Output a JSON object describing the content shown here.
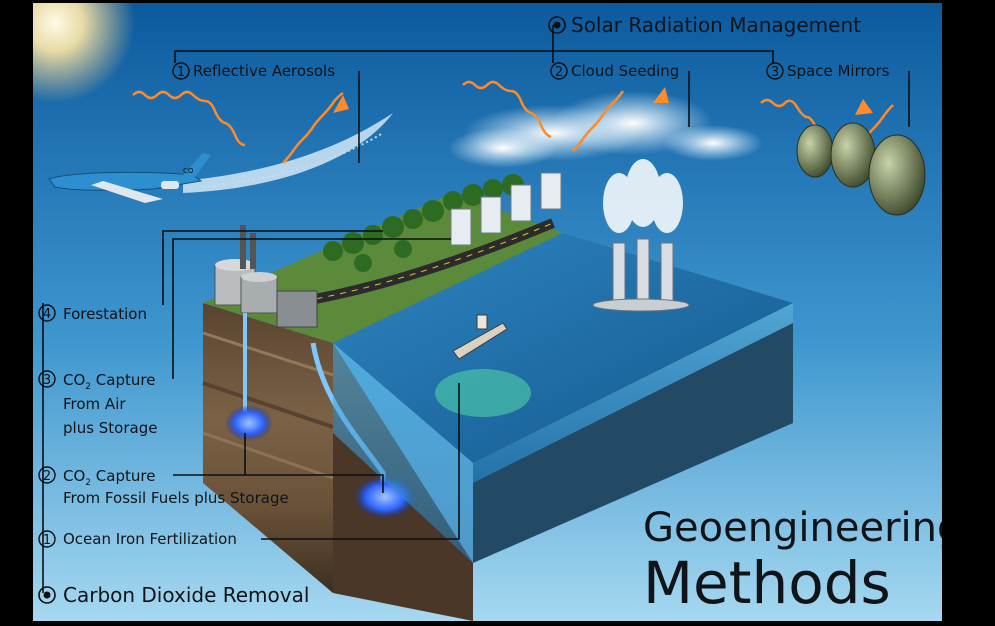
{
  "srm": {
    "header": "Solar Radiation Management",
    "methods": [
      {
        "num": "1",
        "label": "Reflective Aerosols"
      },
      {
        "num": "2",
        "label": "Cloud Seeding"
      },
      {
        "num": "3",
        "label": "Space Mirrors"
      }
    ]
  },
  "cdr": {
    "header": "Carbon Dioxide Removal",
    "methods": [
      {
        "num": "4",
        "label": "Forestation"
      },
      {
        "num": "3",
        "line1": "CO",
        "sub": "2",
        "line1b": " Capture",
        "line2": "From Air",
        "line3": "plus Storage"
      },
      {
        "num": "2",
        "line1": "CO",
        "sub": "2",
        "line1b": " Capture",
        "line2": "From Fossil Fuels plus Storage"
      },
      {
        "num": "1",
        "label": "Ocean Iron Fertilization"
      }
    ]
  },
  "title": {
    "line1": "Geoengineering",
    "line2": "Methods"
  },
  "airplane": {
    "tail_text": "CO"
  },
  "colors": {
    "sky_top": "#0d5aa0",
    "sky_bottom": "#9fd4ee",
    "ocean": "#1f6fa8",
    "grass": "#5a8a3a",
    "soil": "#7a5a3c",
    "co2_storage": "#2f6bff",
    "sun_ray": "#ff8a2a",
    "plankton": "#4fd1a8"
  }
}
